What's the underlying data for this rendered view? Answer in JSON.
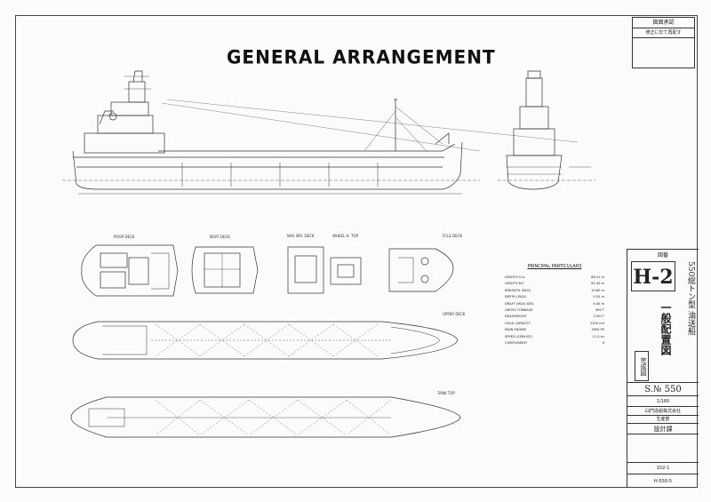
{
  "title": "GENERAL ARRANGEMENT",
  "stamp": {
    "header": "図面承認",
    "sub": "修正に於て再配す"
  },
  "views": {
    "poop_deck": "POOP DECK",
    "boat_deck": "BOAT DECK",
    "nav_bri_deck": "NAV. BRI. DECK",
    "wheel_h_top": "WHEEL H. TOP",
    "fcle_deck": "FCLE DECK",
    "upper_deck": "UPPER DECK",
    "tank_top": "TANK TOP"
  },
  "particulars": {
    "heading": "PRINCIPAL PARTICULARS",
    "rows": [
      {
        "k": "LENGTH  O.A.",
        "v": "66.41 m"
      },
      {
        "k": "LENGTH  B.P.",
        "v": "62.40 m"
      },
      {
        "k": "BREADTH (MLD)",
        "v": "10.80 m"
      },
      {
        "k": "DEPTH (MLD)",
        "v": "5.55 m"
      },
      {
        "k": "DRAFT (MLD) DES.",
        "v": "4.40 m"
      },
      {
        "k": "GROSS TONNAGE",
        "v": "499 T"
      },
      {
        "k": "DEADWEIGHT",
        "v": "1700 T"
      },
      {
        "k": "HOLD CAPACITY",
        "v": "2200 m3"
      },
      {
        "k": "MAIN ENGINE",
        "v": "1600 PS"
      },
      {
        "k": "SPEED (SERVICE)",
        "v": "11.0 kn"
      },
      {
        "k": "COMPLEMENT",
        "v": "9"
      }
    ]
  },
  "title_block": {
    "dwg_no_label": "図番",
    "dwg_no": "H-2",
    "ship_type": "550総トン型 油送船",
    "drawing_name": "一般配置図",
    "status": "完成図",
    "sn": "S.№ 550",
    "scale": "1/160",
    "company": "臼門造船株式会社",
    "dept": "生産部",
    "design": "設計課",
    "ref1": "102-1",
    "ref2": "H-550-5"
  }
}
